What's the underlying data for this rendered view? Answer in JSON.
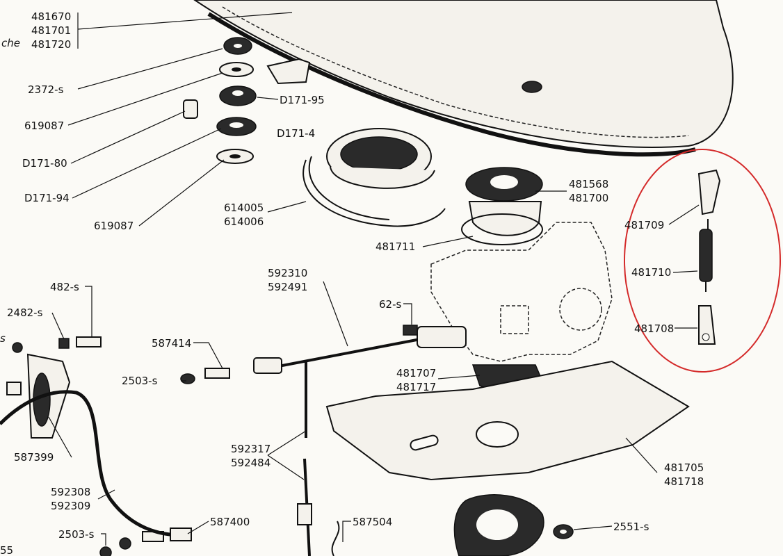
{
  "labels": {
    "l481670": "481670",
    "l481701": "481701",
    "l481720": "481720",
    "l_che": "che",
    "l2372s": "2372-s",
    "lD17195": "D171-95",
    "l619087a": "619087",
    "lD1714": "D171-4",
    "lD17180": "D171-80",
    "lD17194": "D171-94",
    "l481568": "481568",
    "l481700": "481700",
    "l619087b": "619087",
    "l614005": "614005",
    "l614006": "614006",
    "l481709": "481709",
    "l481711": "481711",
    "l481710": "481710",
    "l592310": "592310",
    "l592491": "592491",
    "l482s": "482-s",
    "l62s": "62-s",
    "l2482s": "2482-s",
    "l481708": "481708",
    "l587414": "587414",
    "l481707": "481707",
    "l481717": "481717",
    "l2503sa": "2503-s",
    "l587399": "587399",
    "l592317": "592317",
    "l592484": "592484",
    "l481705": "481705",
    "l481718": "481718",
    "l592308": "592308",
    "l592309": "592309",
    "l587400": "587400",
    "l587504": "587504",
    "l2551s": "2551-s",
    "l2503sb": "2503-s",
    "l55": "55",
    "ls": "s"
  },
  "colors": {
    "ink": "#111111",
    "paper": "#fbfaf6",
    "highlight": "#d42a2a"
  }
}
